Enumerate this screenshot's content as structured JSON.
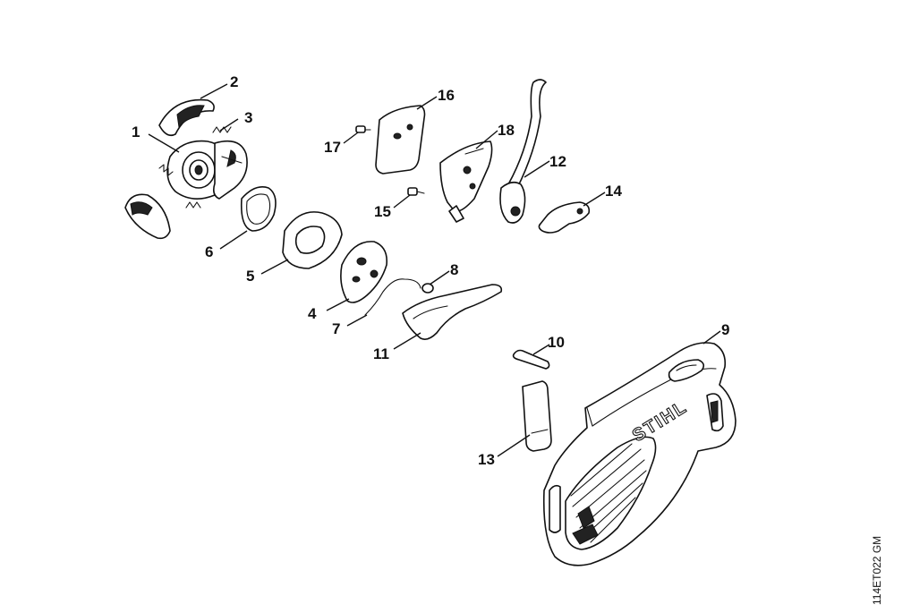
{
  "diagram": {
    "reference_code": "114ET022 GM",
    "brand_logo": "STIHL",
    "callouts": [
      {
        "id": "c1",
        "label": "1"
      },
      {
        "id": "c2",
        "label": "2"
      },
      {
        "id": "c3",
        "label": "3"
      },
      {
        "id": "c4",
        "label": "4"
      },
      {
        "id": "c5",
        "label": "5"
      },
      {
        "id": "c6",
        "label": "6"
      },
      {
        "id": "c7",
        "label": "7"
      },
      {
        "id": "c8",
        "label": "8"
      },
      {
        "id": "c9",
        "label": "9"
      },
      {
        "id": "c10",
        "label": "10"
      },
      {
        "id": "c11",
        "label": "11"
      },
      {
        "id": "c12",
        "label": "12"
      },
      {
        "id": "c13",
        "label": "13"
      },
      {
        "id": "c14",
        "label": "14"
      },
      {
        "id": "c15",
        "label": "15"
      },
      {
        "id": "c16",
        "label": "16"
      },
      {
        "id": "c17",
        "label": "17"
      },
      {
        "id": "c18",
        "label": "18"
      }
    ]
  }
}
